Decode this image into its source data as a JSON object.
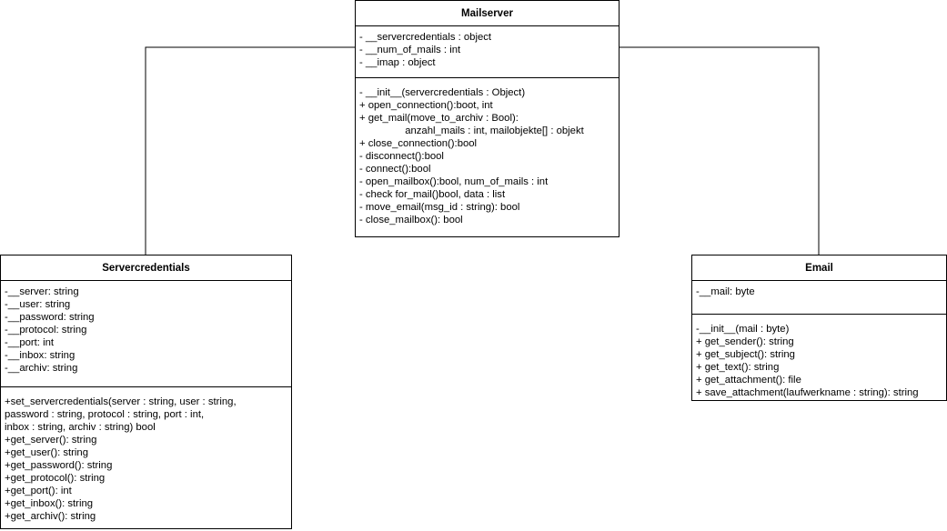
{
  "classes": {
    "mailserver": {
      "name": "Mailserver",
      "attributes": [
        "- __servercredentials : object",
        "- __num_of_mails : int",
        "- __imap : object"
      ],
      "methods": [
        "- __init__(servercredentials : Object)",
        "+ open_connection():boot, int",
        "+ get_mail(move_to_archiv : Bool):",
        "                anzahl_mails : int, mailobjekte[] : objekt",
        "+ close_connection():bool",
        "- disconnect():bool",
        "- connect():bool",
        "- open_mailbox():bool, num_of_mails : int",
        "- check for_mail()bool, data : list",
        "- move_email(msg_id : string): bool",
        "- close_mailbox(): bool"
      ]
    },
    "servercredentials": {
      "name": "Servercredentials",
      "attributes": [
        "-__server: string",
        "-__user: string",
        "-__password: string",
        "-__protocol: string",
        "-__port: int",
        "-__inbox: string",
        "-__archiv: string"
      ],
      "methods": [
        "+set_servercredentials(server : string, user : string,",
        "password : string, protocol : string, port : int,",
        "inbox : string, archiv : string) bool",
        "+get_server(): string",
        "+get_user(): string",
        "+get_password(): string",
        "+get_protocol(): string",
        "+get_port(): int",
        "+get_inbox(): string",
        "+get_archiv(): string"
      ]
    },
    "email": {
      "name": "Email",
      "attributes": [
        "-__mail: byte"
      ],
      "methods": [
        "-__init__(mail : byte)",
        "+ get_sender(): string",
        "+ get_subject(): string",
        "+ get_text(): string",
        "+ get_attachment(): file",
        "+ save_attachment(laufwerkname : string): string"
      ]
    }
  }
}
